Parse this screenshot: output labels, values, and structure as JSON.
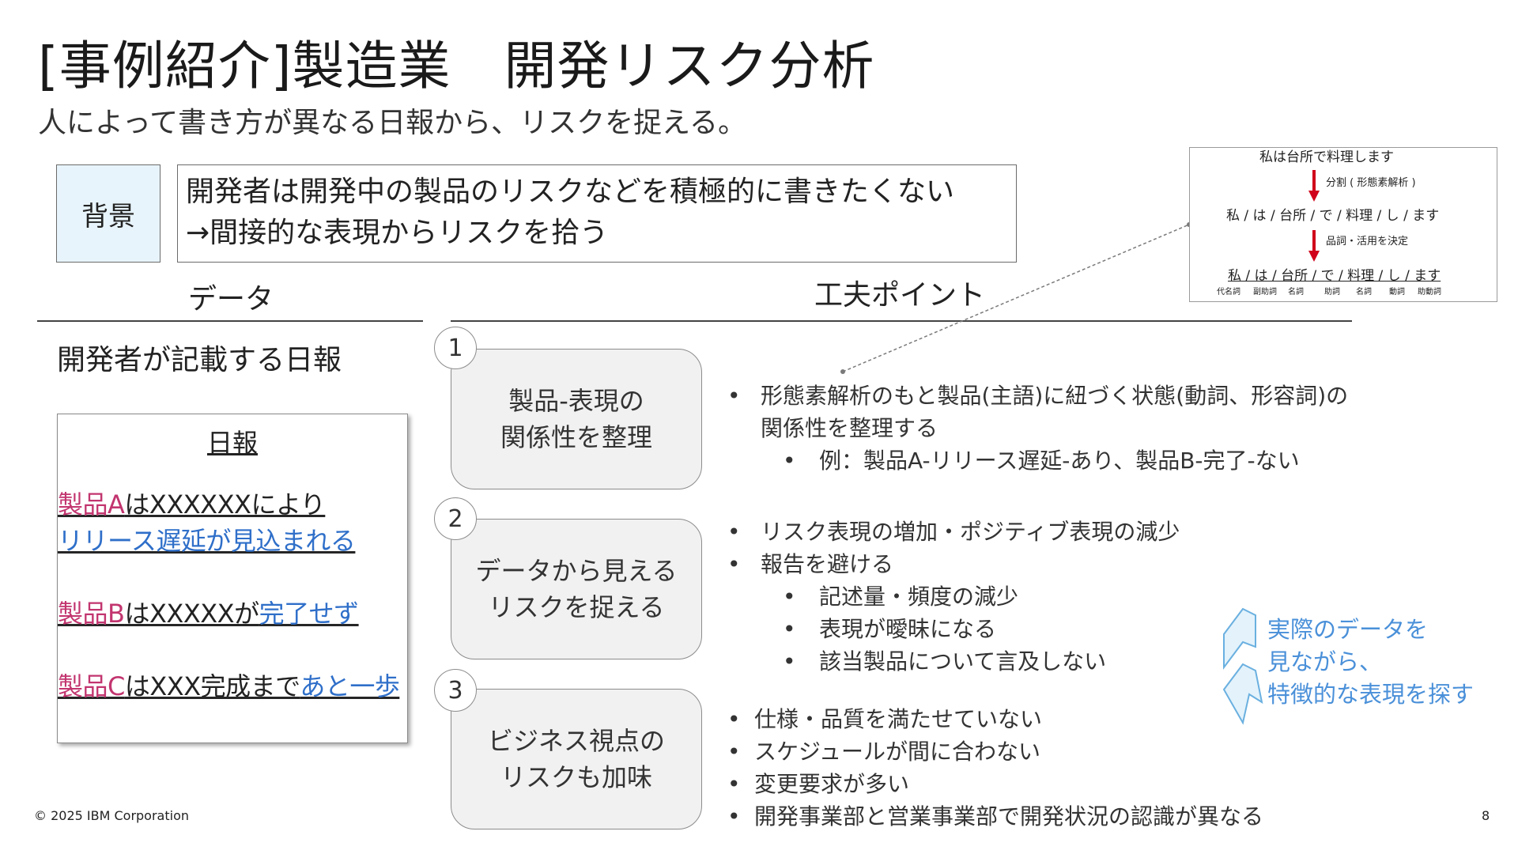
{
  "title": "[事例紹介]製造業　開発リスク分析",
  "subtitle": "人によって書き方が異なる日報から、リスクを捉える。",
  "background": {
    "label": "背景",
    "lines": [
      "開発者は開発中の製品のリスクなどを積極的に書きたくない",
      "→間接的な表現からリスクを拾う"
    ]
  },
  "data_section": {
    "heading": "データ",
    "caption": "開発者が記載する日報",
    "report": {
      "title": "日報",
      "entries": [
        {
          "product": "製品A",
          "rest": "はXXXXXXにより",
          "line2": "リリース遅延が見込まれる"
        },
        {
          "product": "製品B",
          "middle": "はXXXXXが",
          "risk": "完了せず"
        },
        {
          "product": "製品C",
          "middle": "はXXX完成まで",
          "risk": "あと一歩"
        }
      ]
    }
  },
  "points_section": {
    "heading": "工夫ポイント",
    "items": [
      {
        "number": "1",
        "title_lines": [
          "製品-表現の",
          "関係性を整理"
        ],
        "bullets": [
          {
            "level": 1,
            "text": "形態素解析のもと製品(主語)に紐づく状態(動詞、形容詞)の"
          },
          {
            "level": 0,
            "text": "関係性を整理する"
          },
          {
            "level": 2,
            "text": "例：製品A-リリース遅延-あり、製品B-完了-ない"
          }
        ]
      },
      {
        "number": "2",
        "title_lines": [
          "データから見える",
          "リスクを捉える"
        ],
        "bullets": [
          {
            "level": 1,
            "text": "リスク表現の増加・ポジティブ表現の減少"
          },
          {
            "level": 1,
            "text": "報告を避ける"
          },
          {
            "level": 2,
            "text": "記述量・頻度の減少"
          },
          {
            "level": 2,
            "text": "表現が曖昧になる"
          },
          {
            "level": 2,
            "text": "該当製品について言及しない"
          }
        ]
      },
      {
        "number": "3",
        "title_lines": [
          "ビジネス視点の",
          "リスクも加味"
        ],
        "bullets": [
          {
            "level": 1,
            "text": "仕様・品質を満たせていない"
          },
          {
            "level": 1,
            "text": "スケジュールが間に合わない"
          },
          {
            "level": 1,
            "text": "変更要求が多い"
          },
          {
            "level": 1,
            "text": "開発事業部と営業事業部で開発状況の認識が異なる"
          }
        ]
      }
    ],
    "bullet_char": "•"
  },
  "hint": {
    "lines": [
      "実際のデータを",
      "見ながら、",
      "特徴的な表現を探す"
    ],
    "color": "#4a90d9"
  },
  "morphology": {
    "sentence": "私は台所で料理します",
    "step1_label": "分割 ( 形態素解析 )",
    "split": "私 / は / 台所 / で / 料理 / し / ます",
    "step2_label": "品詞・活用を決定",
    "tagged": "私 / は / 台所 / で / 料理 / し / ます",
    "pos_tags": [
      "代名詞",
      "副助詞",
      "名詞",
      "助詞",
      "名詞",
      "動詞",
      "助動詞"
    ],
    "arrow_color": "#d0021b"
  },
  "footer": "© 2025 IBM Corporation",
  "page_number": "8",
  "colors": {
    "product": "#c2356f",
    "risk_expression": "#2f6fc9",
    "background_fill": "#e8f4fb",
    "card_fill": "#f1f1f1"
  }
}
